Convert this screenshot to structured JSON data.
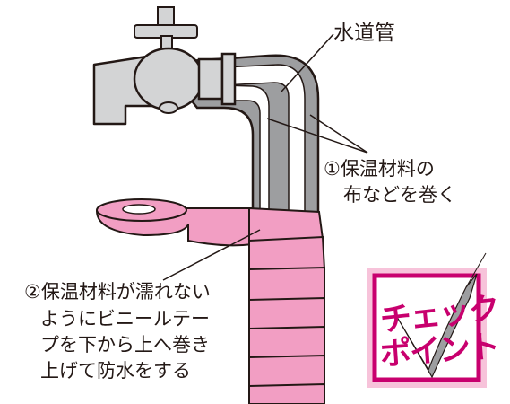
{
  "labels": {
    "water_pipe": "水道管",
    "step1_line1": "①保温材料の",
    "step1_line2": "布などを巻く",
    "step2_line1": "②保温材料が濡れない",
    "step2_line2": "ようにビニールテー",
    "step2_line3": "プを下から上へ巻き",
    "step2_line4": "上げて防水をする"
  },
  "badge": {
    "line1": "チェック",
    "line2": "ポイント"
  },
  "colors": {
    "tape_pink": "#f29ec3",
    "insulation_gray": "#9d9ea0",
    "faucet_gray": "#d3d4d5",
    "outline": "#231815",
    "badge_magenta": "#c8006e",
    "badge_bg": "#f7c3da"
  }
}
